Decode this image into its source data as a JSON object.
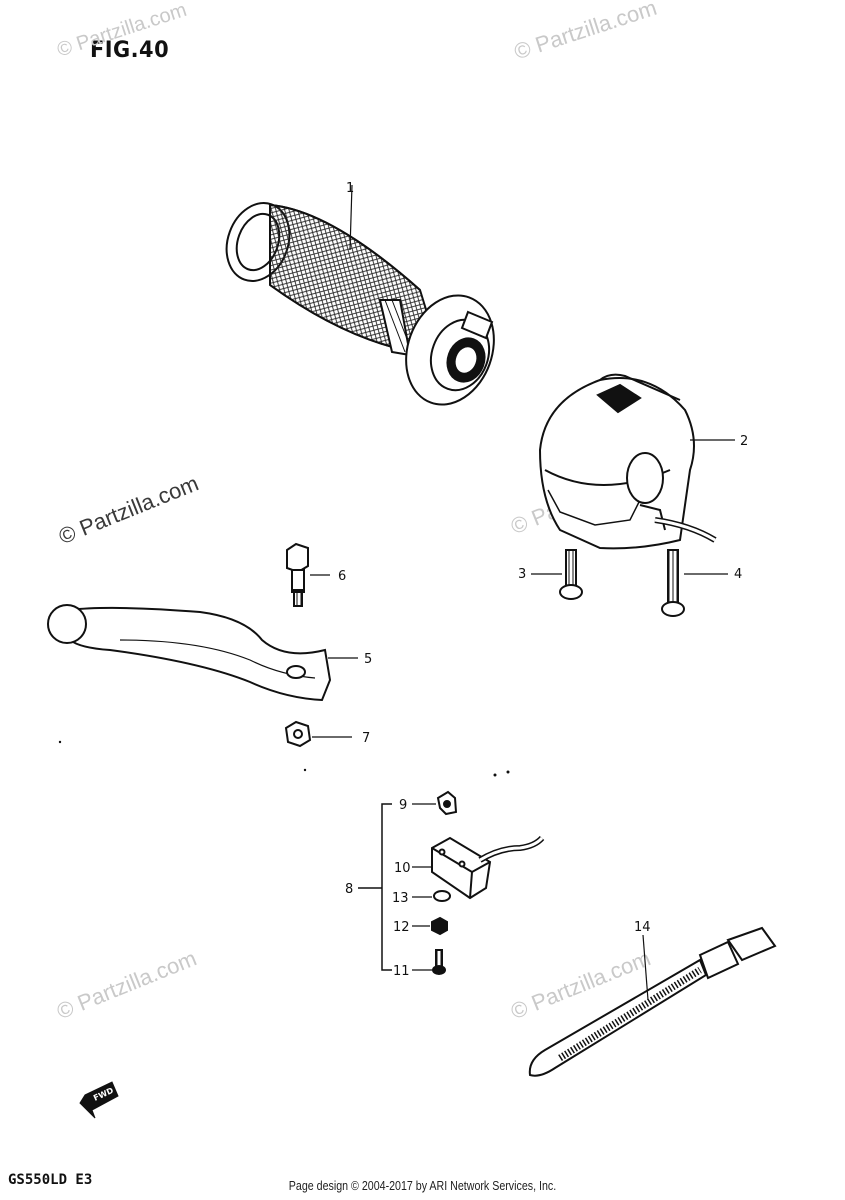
{
  "figure": {
    "title": "FIG.40"
  },
  "model_code": "GS550LD E3",
  "footer": "Page design © 2004-2017 by ARI Network Services, Inc.",
  "watermark": "© Partzilla.com",
  "fwd_marker": "FWD",
  "parts": [
    {
      "id": "grip",
      "callout": "1"
    },
    {
      "id": "switch-housing",
      "callout": "2"
    },
    {
      "id": "screw-short",
      "callout": "3"
    },
    {
      "id": "screw-long",
      "callout": "4"
    },
    {
      "id": "clutch-lever",
      "callout": "5"
    },
    {
      "id": "lever-bolt",
      "callout": "6"
    },
    {
      "id": "lever-nut",
      "callout": "7"
    },
    {
      "id": "clutch-switch-assembly",
      "callout": "8"
    },
    {
      "id": "switch-clip",
      "callout": "9"
    },
    {
      "id": "clutch-switch",
      "callout": "10"
    },
    {
      "id": "switch-screw",
      "callout": "11"
    },
    {
      "id": "switch-nut",
      "callout": "12"
    },
    {
      "id": "switch-washer",
      "callout": "13"
    },
    {
      "id": "cable-tie",
      "callout": "14"
    }
  ]
}
